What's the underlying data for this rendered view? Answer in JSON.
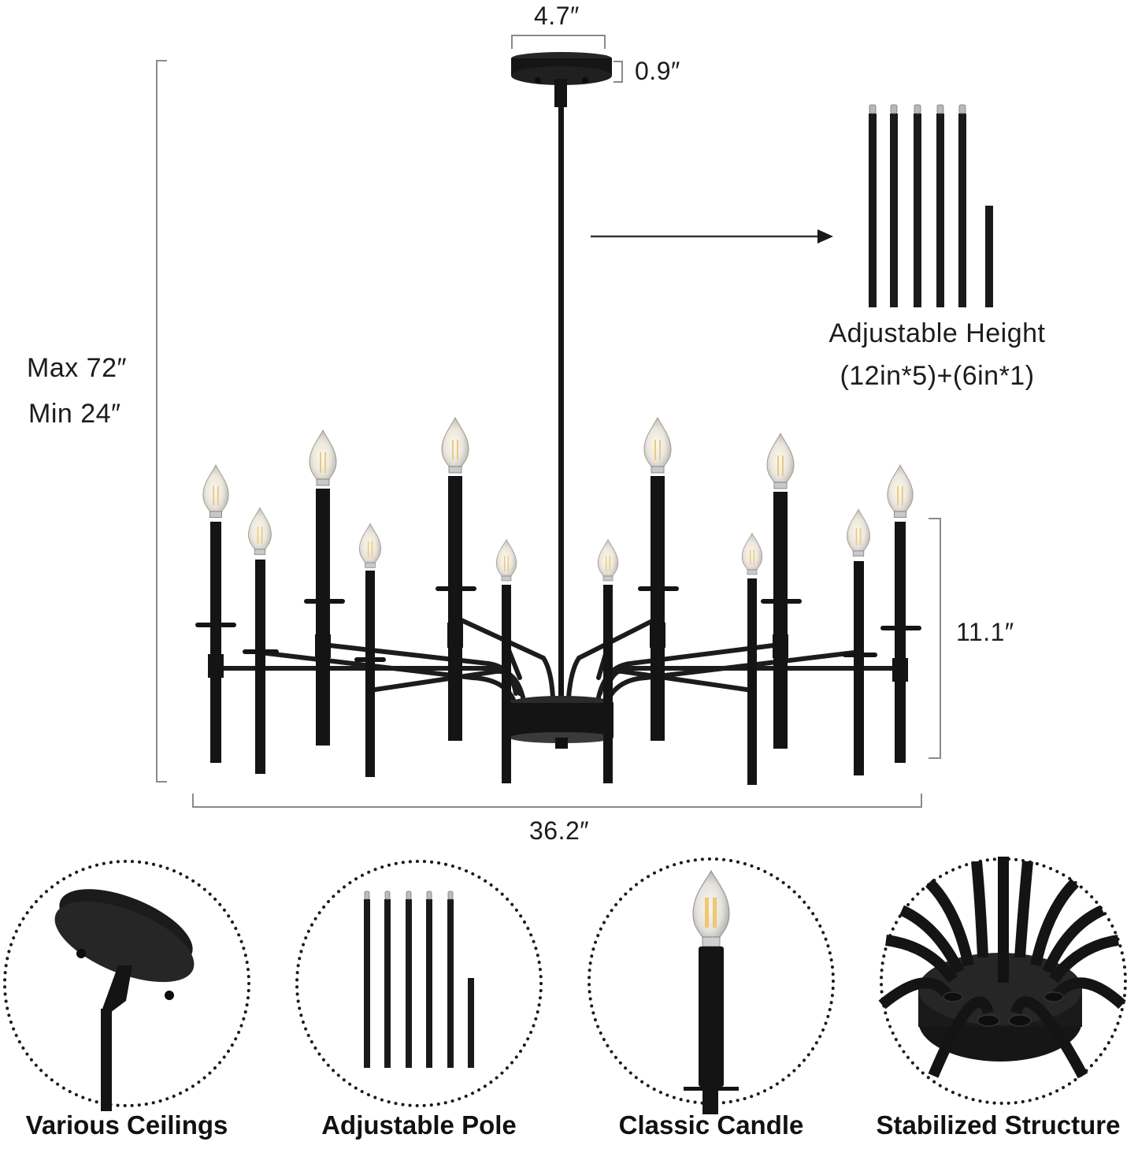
{
  "dimensions": {
    "canopy_width": "4.7″",
    "canopy_height": "0.9″",
    "max_height": "Max 72″",
    "min_height": "Min 24″",
    "body_height": "11.1″",
    "overall_width": "36.2″"
  },
  "adjustable": {
    "title": "Adjustable Height",
    "formula": "(12in*5)+(6in*1)",
    "long_rods": 5,
    "short_rods": 1
  },
  "product": {
    "type": "12-light candle chandelier",
    "finish_color": "#141414",
    "bulb_count": 12
  },
  "features": [
    {
      "label": "Various Ceilings",
      "icon": "canopy-icon"
    },
    {
      "label": "Adjustable Pole",
      "icon": "rods-icon"
    },
    {
      "label": "Classic Candle",
      "icon": "candle-bulb-icon"
    },
    {
      "label": "Stabilized Structure",
      "icon": "hub-arms-icon"
    }
  ],
  "colors": {
    "metal": "#141414",
    "dim_line": "#8a8a8a",
    "bulb_glass": "#e9e6dc",
    "filament": "#f2c770"
  }
}
